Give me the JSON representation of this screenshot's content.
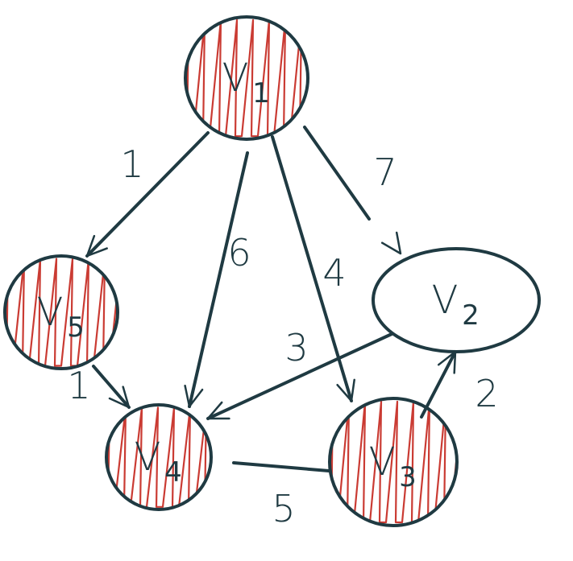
{
  "diagram": {
    "ink_color": "#1f3a42",
    "hatch_color": "#c4261d",
    "nodes": [
      {
        "id": "v1",
        "label": "V",
        "sub": "1",
        "shaded": true
      },
      {
        "id": "v2",
        "label": "V",
        "sub": "2",
        "shaded": false
      },
      {
        "id": "v3",
        "label": "V",
        "sub": "3",
        "shaded": true
      },
      {
        "id": "v4",
        "label": "V",
        "sub": "4",
        "shaded": true
      },
      {
        "id": "v5",
        "label": "V",
        "sub": "5",
        "shaded": true
      }
    ],
    "edges": [
      {
        "from": "v1",
        "to": "v5",
        "weight": "1"
      },
      {
        "from": "v1",
        "to": "v4",
        "weight": "6"
      },
      {
        "from": "v1",
        "to": "v3",
        "weight": "4"
      },
      {
        "from": "v1",
        "to": "v2",
        "weight": "7"
      },
      {
        "from": "v5",
        "to": "v4",
        "weight": "1"
      },
      {
        "from": "v2",
        "to": "v4",
        "weight": "3"
      },
      {
        "from": "v3",
        "to": "v2",
        "weight": "2"
      },
      {
        "from": "v4",
        "to": "v3",
        "weight": "5"
      }
    ]
  }
}
